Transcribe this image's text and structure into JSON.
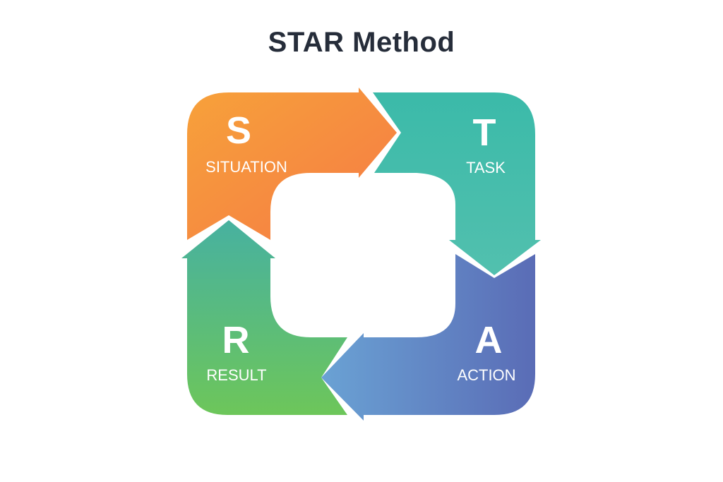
{
  "title": "STAR Method",
  "steps": [
    {
      "letter": "S",
      "label": "SITUATION",
      "color_start": "#f7a23a",
      "color_end": "#f57d45"
    },
    {
      "letter": "T",
      "label": "TASK",
      "color_start": "#3dbaa8",
      "color_end": "#4dc0ad"
    },
    {
      "letter": "A",
      "label": "ACTION",
      "color_start": "#6a9fd3",
      "color_end": "#5b6fb8"
    },
    {
      "letter": "R",
      "label": "RESULT",
      "color_start": "#4bb59a",
      "color_end": "#6cc55a"
    }
  ]
}
